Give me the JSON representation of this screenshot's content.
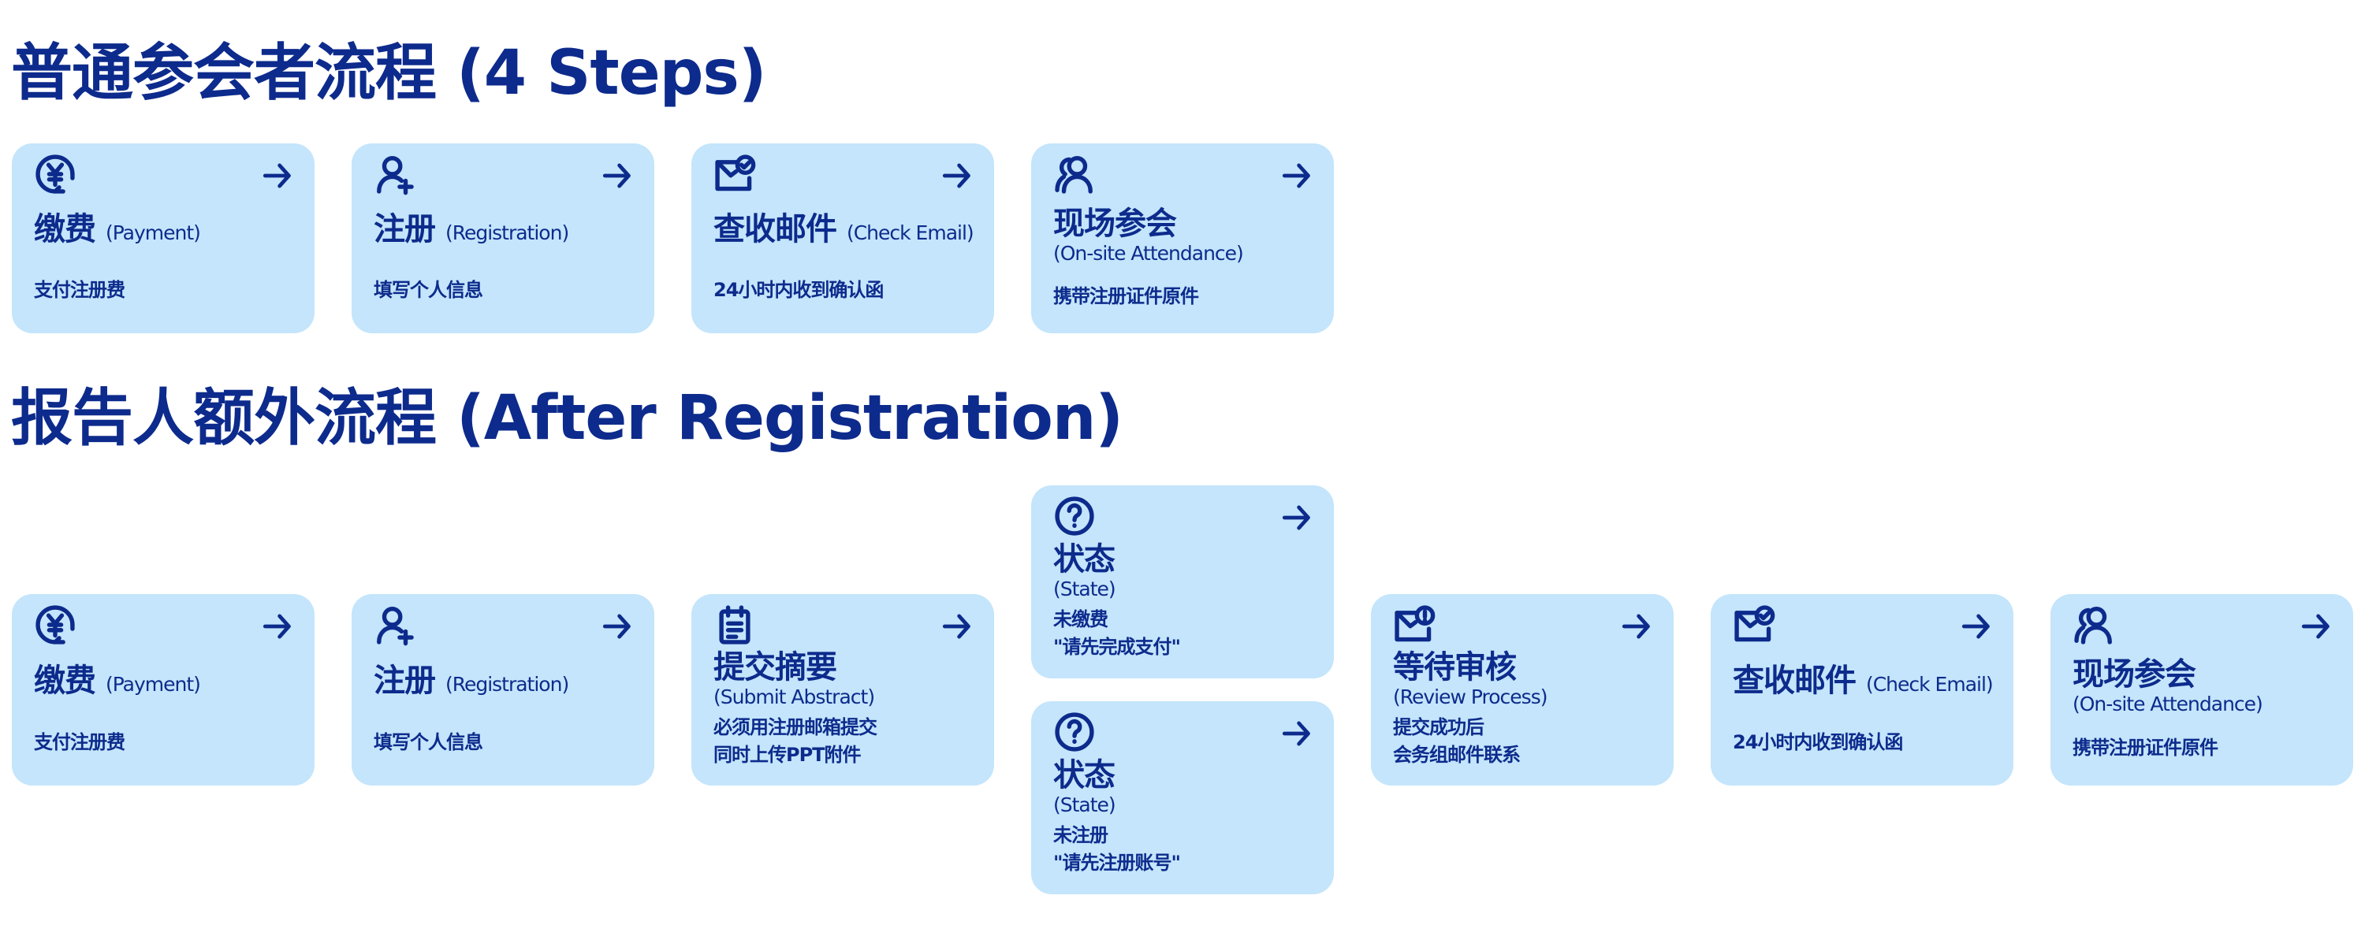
{
  "section1": {
    "title": "普通参会者流程 (4 Steps)"
  },
  "section2": {
    "title": "报告人额外流程 (After Registration)"
  },
  "colors": {
    "text": "#0d2b8c",
    "card": "#c4e5fb"
  },
  "flow1": [
    {
      "icon": "yen-icon",
      "title": "缴费",
      "en": "(Payment)",
      "desc": [
        "支付注册费"
      ]
    },
    {
      "icon": "user-add-icon",
      "title": "注册",
      "en": "(Registration)",
      "desc": [
        "填写个人信息"
      ]
    },
    {
      "icon": "mail-check-icon",
      "title": "查收邮件",
      "en": "(Check Email)",
      "desc": [
        "24小时内收到确认函"
      ]
    },
    {
      "icon": "users-icon",
      "title": "现场参会",
      "en": "(On-site Attendance)",
      "desc": [
        "携带注册证件原件"
      ]
    }
  ],
  "flow2": [
    {
      "icon": "yen-icon",
      "title": "缴费",
      "en": "(Payment)",
      "desc": [
        "支付注册费"
      ]
    },
    {
      "icon": "user-add-icon",
      "title": "注册",
      "en": "(Registration)",
      "desc": [
        "填写个人信息"
      ]
    },
    {
      "icon": "document-icon",
      "title": "提交摘要",
      "en": "(Submit Abstract)",
      "desc": [
        "必须用注册邮箱提交",
        "同时上传PPT附件"
      ]
    },
    {
      "icon": "question-icon",
      "title": "状态",
      "en": "(State)",
      "desc": [
        "未缴费",
        "\"请先完成支付\""
      ]
    },
    {
      "icon": "question-icon",
      "title": "状态",
      "en": "(State)",
      "desc": [
        "未注册",
        "\"请先注册账号\""
      ]
    },
    {
      "icon": "mail-alert-icon",
      "title": "等待审核",
      "en": "(Review Process)",
      "desc": [
        "提交成功后",
        "会务组邮件联系"
      ]
    },
    {
      "icon": "mail-check-icon",
      "title": "查收邮件",
      "en": "(Check Email)",
      "desc": [
        "24小时内收到确认函"
      ]
    },
    {
      "icon": "users-icon",
      "title": "现场参会",
      "en": "(On-site Attendance)",
      "desc": [
        "携带注册证件原件"
      ]
    }
  ]
}
